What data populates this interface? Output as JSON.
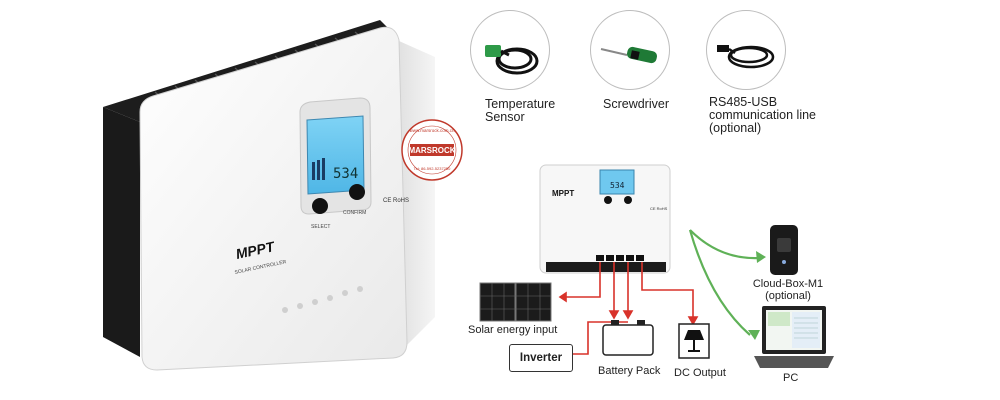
{
  "product": {
    "brand_text": "MPPT",
    "sub_text": "SOLAR CONTROLLER",
    "lcd_value": "534",
    "select_label": "SELECT",
    "confirm_label": "CONFIRM",
    "cert_text": "CE RoHS"
  },
  "seal": {
    "brand": "MARSROCK",
    "url": "www.marsrock.com.cn",
    "tel": "Tel: 86-592-5237250"
  },
  "accessories": [
    {
      "label_line1": "Temperature",
      "label_line2": "Sensor",
      "icon": "temperature-sensor-icon"
    },
    {
      "label_line1": "Screwdriver",
      "label_line2": "",
      "icon": "screwdriver-icon"
    },
    {
      "label_line1": "RS485-USB",
      "label_line2": "communication line",
      "label_line3": "(optional)",
      "icon": "usb-cable-icon"
    }
  ],
  "diagram": {
    "solar": "Solar energy input",
    "inverter": "Inverter",
    "battery": "Battery Pack",
    "dc": "DC Output",
    "cloud_line1": "Cloud-Box-M1",
    "cloud_line2": "(optional)",
    "pc": "PC",
    "arrow_color": "#d8322a",
    "link_color": "#5fb157"
  }
}
